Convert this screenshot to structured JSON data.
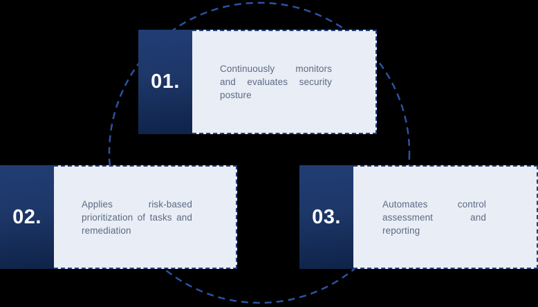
{
  "steps": [
    {
      "number": "01.",
      "description": "Continuously monitors and evaluates security posture"
    },
    {
      "number": "02.",
      "description": "Applies risk-based prioritization of tasks and remediation"
    },
    {
      "number": "03.",
      "description": "Automates control assessment and reporting"
    }
  ],
  "colors": {
    "background": "#000000",
    "circle_dash": "#2b53a4",
    "card_border": "#21417e",
    "card_bg": "#e9edf5",
    "card_text": "#5b6b84",
    "number_text": "#ffffff",
    "panel_top": "#213d74",
    "panel_mid": "#1d3768",
    "panel_bottom": "#0f2349"
  }
}
